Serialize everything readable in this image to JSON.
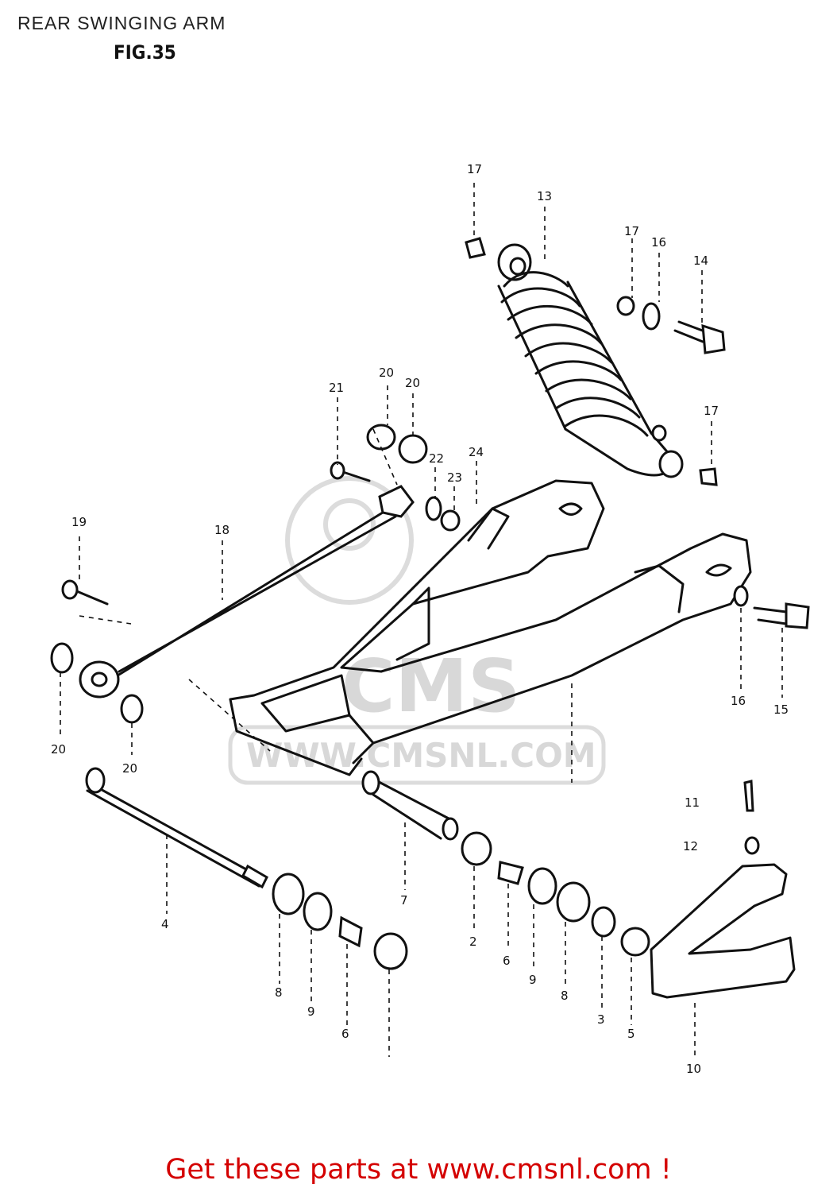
{
  "header": {
    "title": "REAR SWINGING ARM",
    "figure": "FIG.35"
  },
  "watermark": {
    "logo_text": "CMS",
    "url_text": "WWW.CMSNL.COM"
  },
  "callouts": [
    {
      "id": "c17a",
      "label": "17"
    },
    {
      "id": "c13",
      "label": "13"
    },
    {
      "id": "c17b",
      "label": "17"
    },
    {
      "id": "c16a",
      "label": "16"
    },
    {
      "id": "c14",
      "label": "14"
    },
    {
      "id": "c17c",
      "label": "17"
    },
    {
      "id": "c21",
      "label": "21"
    },
    {
      "id": "c20a",
      "label": "20"
    },
    {
      "id": "c20b",
      "label": "20"
    },
    {
      "id": "c22",
      "label": "22"
    },
    {
      "id": "c23",
      "label": "23"
    },
    {
      "id": "c24",
      "label": "24"
    },
    {
      "id": "c19",
      "label": "19"
    },
    {
      "id": "c18",
      "label": "18"
    },
    {
      "id": "c20c",
      "label": "20"
    },
    {
      "id": "c20d",
      "label": "20"
    },
    {
      "id": "c16b",
      "label": "16"
    },
    {
      "id": "c15",
      "label": "15"
    },
    {
      "id": "c11",
      "label": "11"
    },
    {
      "id": "c12",
      "label": "12"
    },
    {
      "id": "c4",
      "label": "4"
    },
    {
      "id": "c7",
      "label": "7"
    },
    {
      "id": "c8a",
      "label": "8"
    },
    {
      "id": "c9a",
      "label": "9"
    },
    {
      "id": "c6a",
      "label": "6"
    },
    {
      "id": "c2",
      "label": "2"
    },
    {
      "id": "c6b",
      "label": "6"
    },
    {
      "id": "c9b",
      "label": "9"
    },
    {
      "id": "c8b",
      "label": "8"
    },
    {
      "id": "c3",
      "label": "3"
    },
    {
      "id": "c5",
      "label": "5"
    },
    {
      "id": "c10",
      "label": "10"
    }
  ],
  "footer": {
    "link_text": "Get these parts at www.cmsnl.com !",
    "color": "#d40000"
  }
}
